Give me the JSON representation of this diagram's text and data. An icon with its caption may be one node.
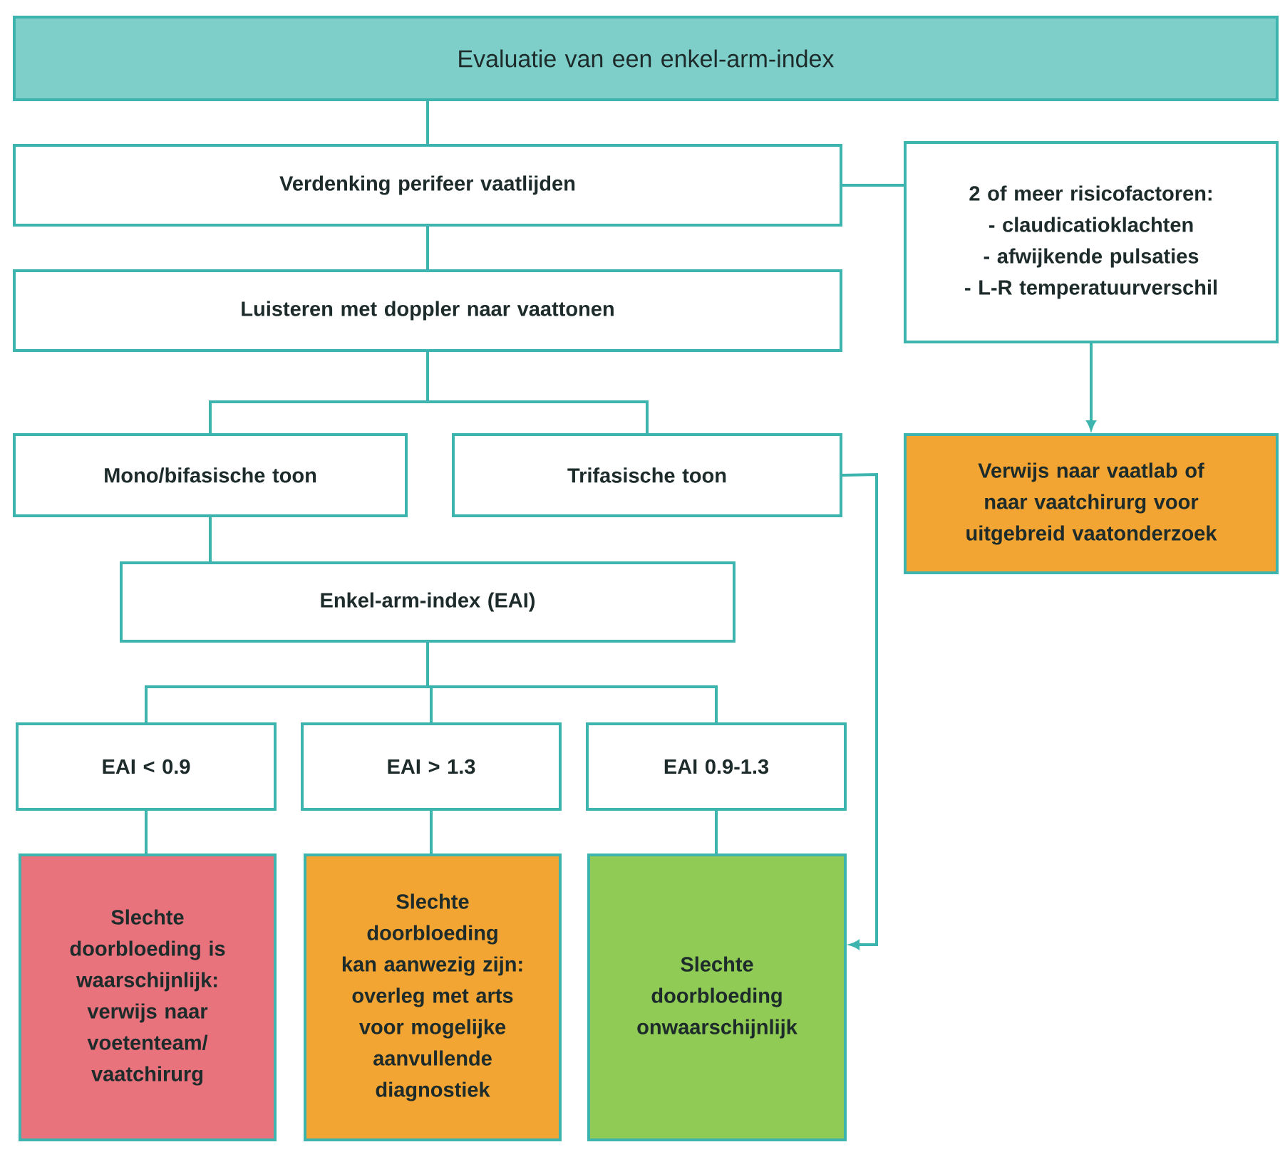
{
  "diagram": {
    "nodes": [
      {
        "text": [
          "Evaluatie van een enkel-arm-index"
        ]
      },
      {
        "text": [
          "Verdenking perifeer vaatlijden"
        ]
      },
      {
        "text": [
          "2 of meer risicofactoren:",
          "- claudicatioklachten",
          "- afwijkende pulsaties",
          "- L-R temperatuurverschil"
        ]
      },
      {
        "text": [
          "Luisteren met doppler naar vaattonen"
        ]
      },
      {
        "text": [
          "Mono/bifasische toon"
        ]
      },
      {
        "text": [
          "Trifasische toon"
        ]
      },
      {
        "text": [
          "Verwijs naar vaatlab of naar vaatchirurg voor uitgebreid vaatonderzoek"
        ]
      },
      {
        "text": [
          "Enkel-arm-index (EAI)"
        ]
      },
      {
        "text": [
          "EAI < 0.9"
        ]
      },
      {
        "text": [
          "EAI > 1.3"
        ]
      },
      {
        "text": [
          "EAI 0.9-1.3"
        ]
      },
      {
        "text": [
          "Slechte doorbloeding is waarschijnlijk: verwijs naar voetenteam/ vaatchirurg"
        ]
      },
      {
        "text": [
          "Slechte doorbloeding kan aanwezig zijn: overleg met arts voor mogelijke aanvullende diagnostiek"
        ]
      },
      {
        "text": [
          "Slechte doorbloeding onwaarschijnlijk"
        ]
      }
    ],
    "edges": [
      {
        "from": 0,
        "to": 1,
        "arrow": "none"
      },
      {
        "from": 1,
        "to": 2,
        "arrow": "none"
      },
      {
        "from": 1,
        "to": 3,
        "arrow": "none"
      },
      {
        "from": 3,
        "to": 4,
        "arrow": "none"
      },
      {
        "from": 3,
        "to": 5,
        "arrow": "none"
      },
      {
        "from": 2,
        "to": 6,
        "arrow": "to"
      },
      {
        "from": 4,
        "to": 7,
        "arrow": "none"
      },
      {
        "from": 5,
        "to": 13,
        "arrow": "to"
      },
      {
        "from": 7,
        "to": 8,
        "arrow": "none"
      },
      {
        "from": 7,
        "to": 9,
        "arrow": "none"
      },
      {
        "from": 7,
        "to": 10,
        "arrow": "none"
      },
      {
        "from": 8,
        "to": 11,
        "arrow": "none"
      },
      {
        "from": 9,
        "to": 12,
        "arrow": "none"
      },
      {
        "from": 10,
        "to": 13,
        "arrow": "none"
      }
    ]
  }
}
